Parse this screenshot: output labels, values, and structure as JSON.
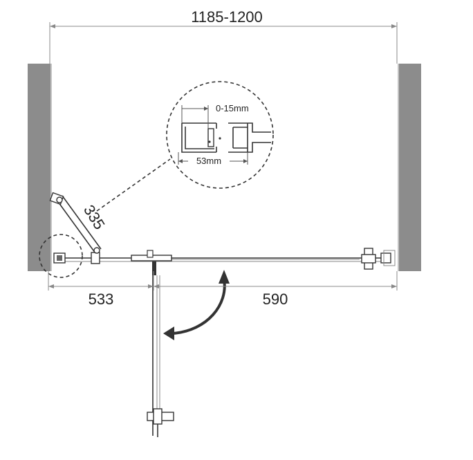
{
  "dimensions": {
    "total_width": "1185-1200",
    "left_segment": "533",
    "right_segment": "590",
    "arm_length": "335"
  },
  "detail": {
    "gap": "0-15mm",
    "profile": "53mm"
  },
  "colors": {
    "wall": "#8c8c8c",
    "line": "#555555",
    "dark": "#333333"
  }
}
